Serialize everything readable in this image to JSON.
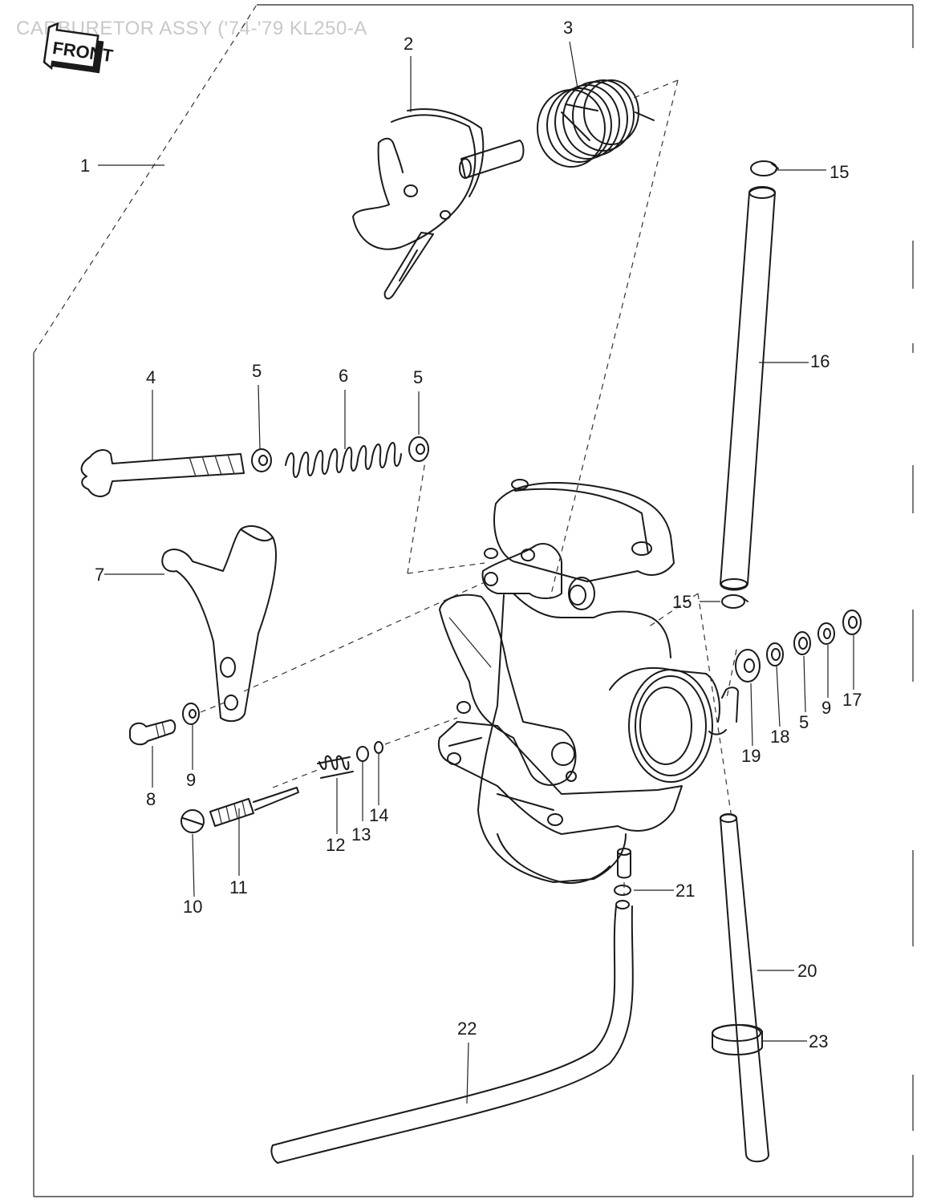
{
  "diagram": {
    "title": "CARBURETOR ASSY ('74-'79 KL250-A",
    "front_label": "FRONT",
    "callouts": [
      {
        "id": "c1",
        "text": "1"
      },
      {
        "id": "c2",
        "text": "2"
      },
      {
        "id": "c3",
        "text": "3"
      },
      {
        "id": "c4",
        "text": "4"
      },
      {
        "id": "c5a",
        "text": "5"
      },
      {
        "id": "c6",
        "text": "6"
      },
      {
        "id": "c5b",
        "text": "5"
      },
      {
        "id": "c7",
        "text": "7"
      },
      {
        "id": "c8",
        "text": "8"
      },
      {
        "id": "c9a",
        "text": "9"
      },
      {
        "id": "c10",
        "text": "10"
      },
      {
        "id": "c11",
        "text": "11"
      },
      {
        "id": "c12",
        "text": "12"
      },
      {
        "id": "c13",
        "text": "13"
      },
      {
        "id": "c14",
        "text": "14"
      },
      {
        "id": "c15a",
        "text": "15"
      },
      {
        "id": "c16",
        "text": "16"
      },
      {
        "id": "c15b",
        "text": "15"
      },
      {
        "id": "c17",
        "text": "17"
      },
      {
        "id": "c9b",
        "text": "9"
      },
      {
        "id": "c5c",
        "text": "5"
      },
      {
        "id": "c18",
        "text": "18"
      },
      {
        "id": "c19",
        "text": "19"
      },
      {
        "id": "c20",
        "text": "20"
      },
      {
        "id": "c21",
        "text": "21"
      },
      {
        "id": "c22",
        "text": "22"
      },
      {
        "id": "c23",
        "text": "23"
      }
    ]
  }
}
